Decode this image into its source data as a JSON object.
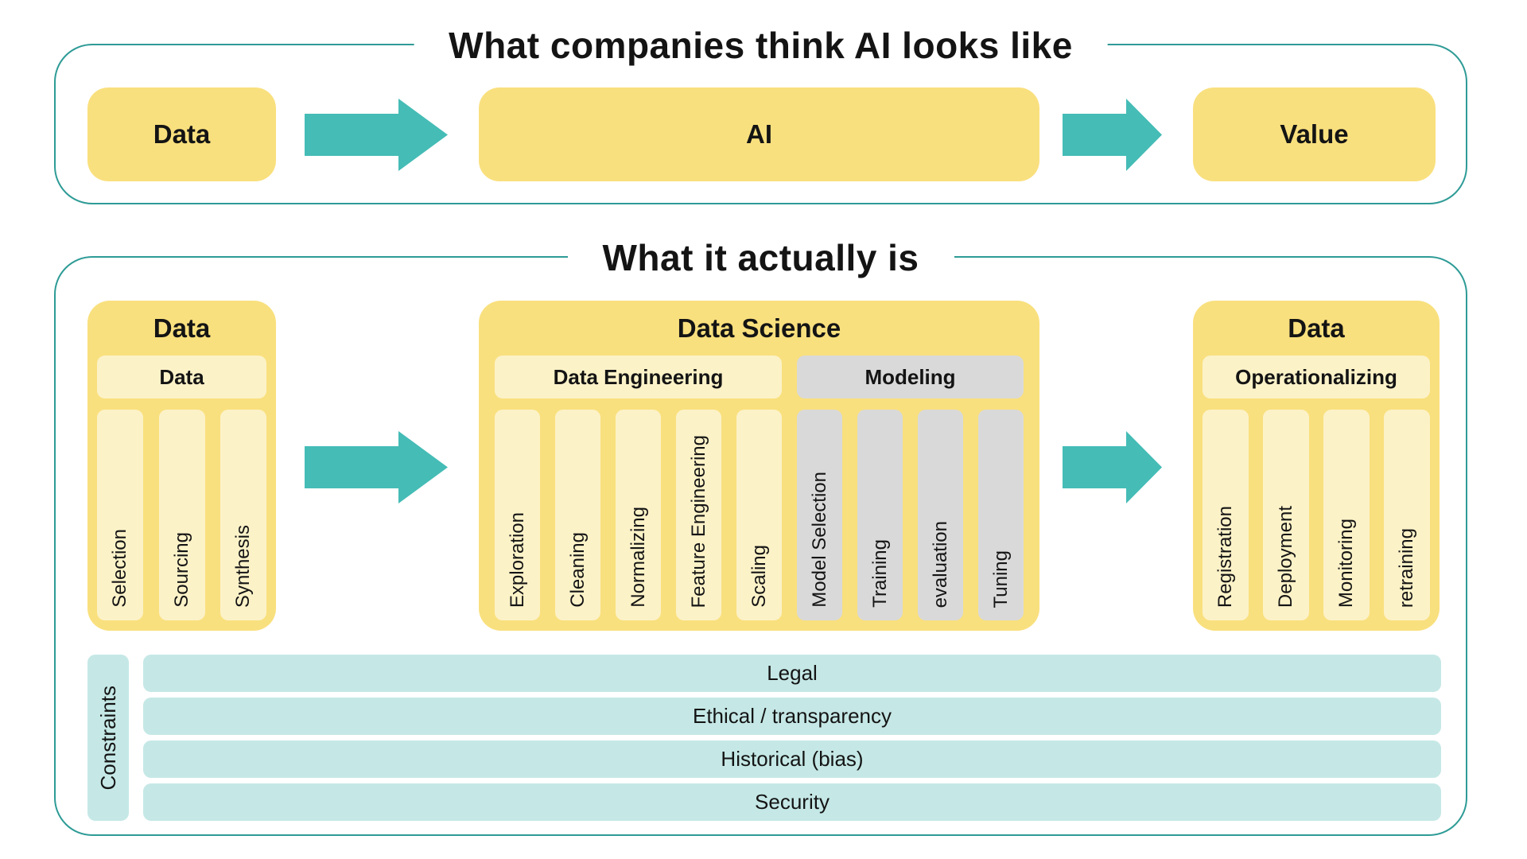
{
  "colors": {
    "yellow": "#F9E07E",
    "light_yellow": "#FCF2C8",
    "gray": "#D9D9D9",
    "teal": "#45BCB6",
    "light_teal": "#C5E8E6",
    "outline": "#2E9B96",
    "text": "#141414",
    "background": "#FFFFFF"
  },
  "section_think": {
    "title": "What companies think AI looks like",
    "nodes": [
      {
        "label": "Data"
      },
      {
        "label": "AI"
      },
      {
        "label": "Value"
      }
    ]
  },
  "section_actual": {
    "title": "What it actually is",
    "groups": [
      {
        "title": "Data",
        "headers": [
          {
            "label": "Data",
            "style": "yellow"
          }
        ],
        "columns": [
          {
            "label": "Selection",
            "style": "yellow"
          },
          {
            "label": "Sourcing",
            "style": "yellow"
          },
          {
            "label": "Synthesis",
            "style": "yellow"
          }
        ]
      },
      {
        "title": "Data Science",
        "headers": [
          {
            "label": "Data Engineering",
            "style": "yellow"
          },
          {
            "label": "Modeling",
            "style": "gray"
          }
        ],
        "columns": [
          {
            "label": "Exploration",
            "style": "yellow"
          },
          {
            "label": "Cleaning",
            "style": "yellow"
          },
          {
            "label": "Normalizing",
            "style": "yellow"
          },
          {
            "label": "Feature Engineering",
            "style": "yellow"
          },
          {
            "label": "Scaling",
            "style": "yellow"
          },
          {
            "label": "Model Selection",
            "style": "gray"
          },
          {
            "label": "Training",
            "style": "gray"
          },
          {
            "label": "evaluation",
            "style": "gray"
          },
          {
            "label": "Tuning",
            "style": "gray"
          }
        ]
      },
      {
        "title": "Data",
        "headers": [
          {
            "label": "Operationalizing",
            "style": "yellow"
          }
        ],
        "columns": [
          {
            "label": "Registration",
            "style": "yellow"
          },
          {
            "label": "Deployment",
            "style": "yellow"
          },
          {
            "label": "Monitoring",
            "style": "yellow"
          },
          {
            "label": "retraining",
            "style": "yellow"
          }
        ]
      }
    ],
    "constraints": {
      "label": "Constraints",
      "bars": [
        {
          "label": "Legal"
        },
        {
          "label": "Ethical / transparency"
        },
        {
          "label": "Historical (bias)"
        },
        {
          "label": "Security"
        }
      ]
    }
  }
}
